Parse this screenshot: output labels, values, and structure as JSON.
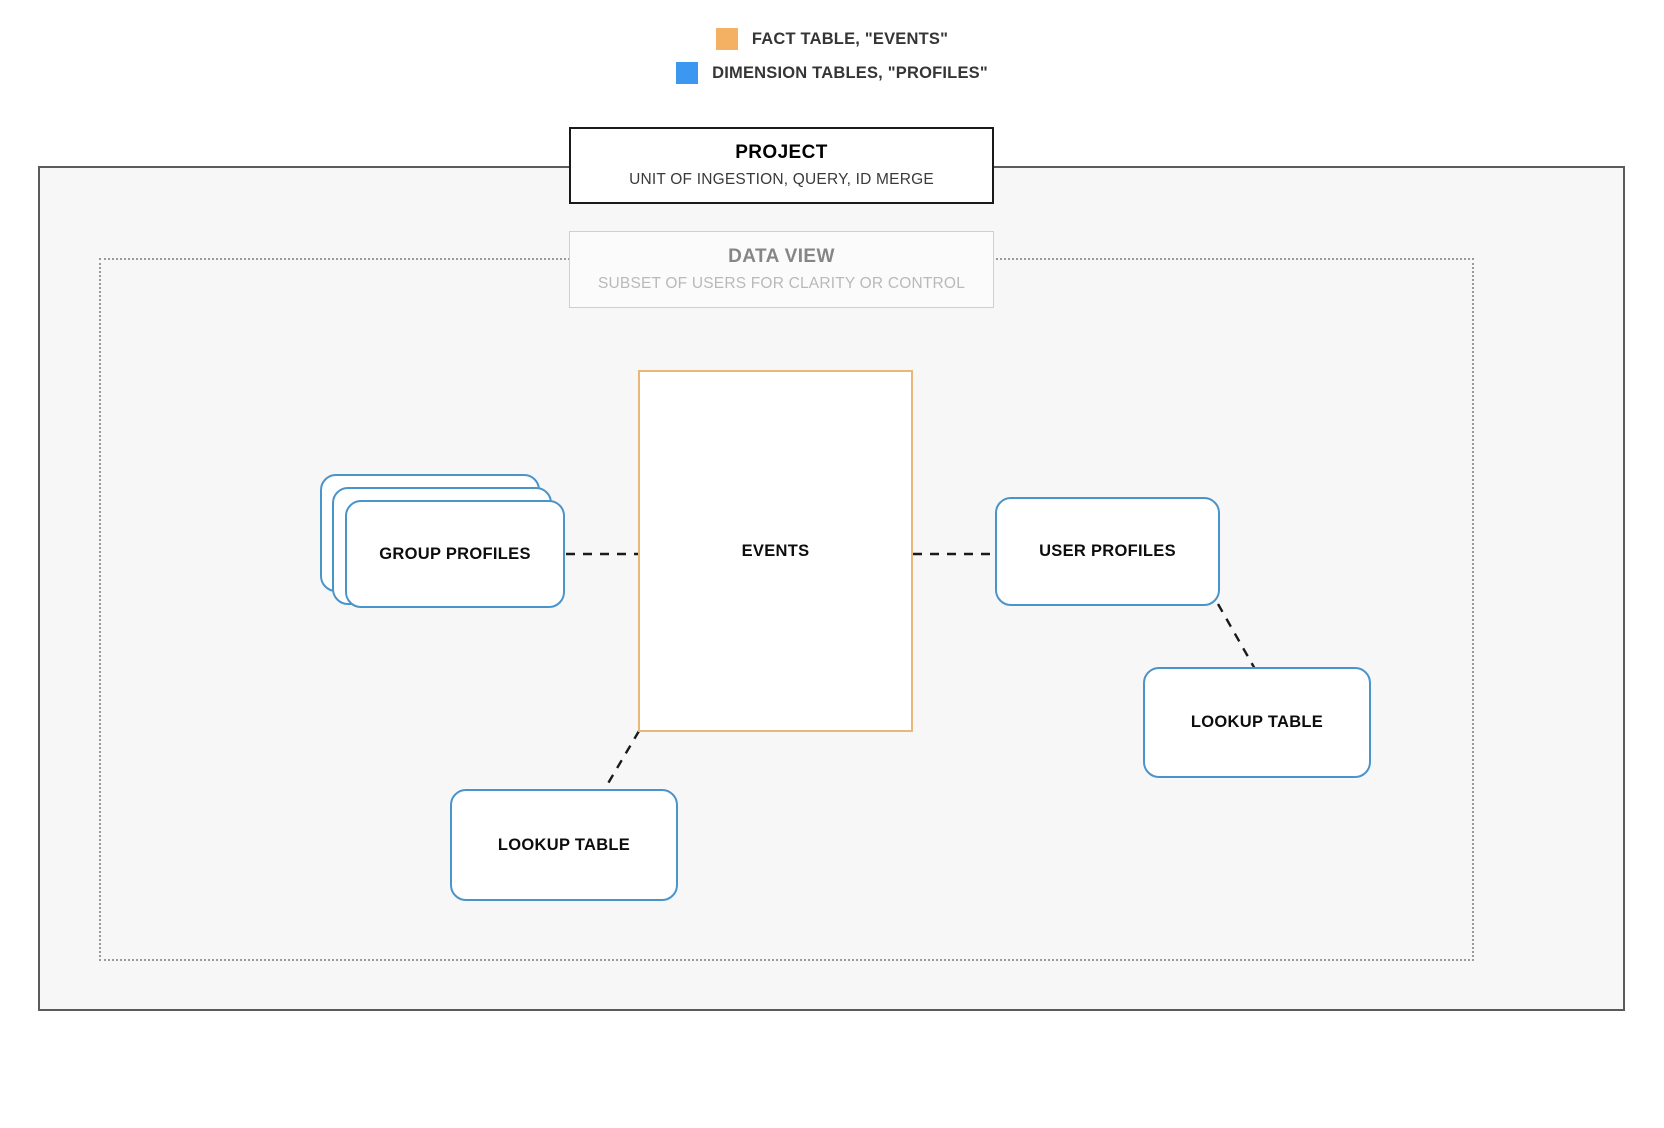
{
  "legend": {
    "items": [
      {
        "label": "FACT TABLE, \"EVENTS\"",
        "color": "#f5b163",
        "icon": "square-swatch-icon"
      },
      {
        "label": "DIMENSION TABLES, \"PROFILES\"",
        "color": "#3b97ef",
        "icon": "square-swatch-icon"
      }
    ]
  },
  "project": {
    "title": "PROJECT",
    "subtitle": "UNIT OF INGESTION, QUERY, ID MERGE",
    "border_color": "#1a1a1a",
    "fill_color": "#f7f7f7"
  },
  "data_view": {
    "title": "DATA VIEW",
    "subtitle": "SUBSET OF USERS FOR CLARITY OR CONTROL",
    "border_color": "#cfcfcf",
    "region_border_color": "#9a9a9a"
  },
  "nodes": {
    "fact": {
      "label": "EVENTS",
      "type": "fact-table",
      "border_color": "#e8b877"
    },
    "group_profiles": {
      "label": "GROUP PROFILES",
      "type": "dimension-table-stack",
      "stack_count": 3,
      "border_color": "#4a94cc"
    },
    "user_profiles": {
      "label": "USER PROFILES",
      "type": "dimension-table",
      "border_color": "#4a94cc"
    },
    "lookup_left": {
      "label": "LOOKUP TABLE",
      "type": "dimension-table",
      "border_color": "#4a94cc"
    },
    "lookup_right": {
      "label": "LOOKUP TABLE",
      "type": "dimension-table",
      "border_color": "#4a94cc"
    }
  },
  "connectors": {
    "style": "dashed",
    "color": "#1a1a1a",
    "edges": [
      {
        "name": "group-profiles-to-events",
        "from": "group_profiles",
        "to": "fact"
      },
      {
        "name": "events-to-user-profiles",
        "from": "fact",
        "to": "user_profiles"
      },
      {
        "name": "events-to-lookup-left",
        "from": "fact",
        "to": "lookup_left"
      },
      {
        "name": "user-profiles-to-lookup-right",
        "from": "user_profiles",
        "to": "lookup_right"
      }
    ]
  }
}
